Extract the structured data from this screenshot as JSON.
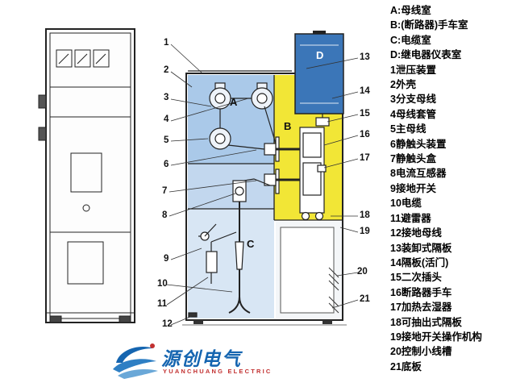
{
  "legend": {
    "rooms": [
      {
        "label": "A:母线室"
      },
      {
        "label": "B:(断路器)手车室"
      },
      {
        "label": "C:电缆室"
      },
      {
        "label": "D:继电器仪表室"
      }
    ],
    "parts": [
      {
        "label": "1泄压装置"
      },
      {
        "label": "2外壳"
      },
      {
        "label": "3分支母线"
      },
      {
        "label": "4母线套管"
      },
      {
        "label": "5主母线"
      },
      {
        "label": "6静触头装置"
      },
      {
        "label": "7静触头盒"
      },
      {
        "label": "8电流互感器"
      },
      {
        "label": "9接地开关"
      },
      {
        "label": "10电缆"
      },
      {
        "label": "11避雷器"
      },
      {
        "label": "12接地母线"
      },
      {
        "label": "13装卸式隔板"
      },
      {
        "label": "14隔板(活门)"
      },
      {
        "label": "15二次插头"
      },
      {
        "label": "16断路器手车"
      },
      {
        "label": "17加热去湿器"
      },
      {
        "label": "18可抽出式隔板"
      },
      {
        "label": "19接地开关操作机构"
      },
      {
        "label": "20控制小线槽"
      },
      {
        "label": "21底板"
      }
    ]
  },
  "diagram": {
    "room_labels": {
      "a": "A",
      "b": "B",
      "c": "C",
      "d": "D"
    },
    "callouts_left": [
      "1",
      "2",
      "3",
      "4",
      "5",
      "6",
      "7",
      "8",
      "9",
      "10",
      "11",
      "12"
    ],
    "callouts_right": [
      "13",
      "14",
      "15",
      "16",
      "17",
      "18",
      "19",
      "20",
      "21"
    ]
  },
  "logo": {
    "name": "源创电气",
    "subtitle": "YUANCHUANG ELECTRIC"
  },
  "colors": {
    "room_a": "#aac9e9",
    "room_mid": "#c2d7ee",
    "room_b": "#f2e636",
    "room_c": "#d8e6f4",
    "room_d": "#3b76b8",
    "logo_blue": "#1565b0",
    "logo_red": "#c23030"
  }
}
